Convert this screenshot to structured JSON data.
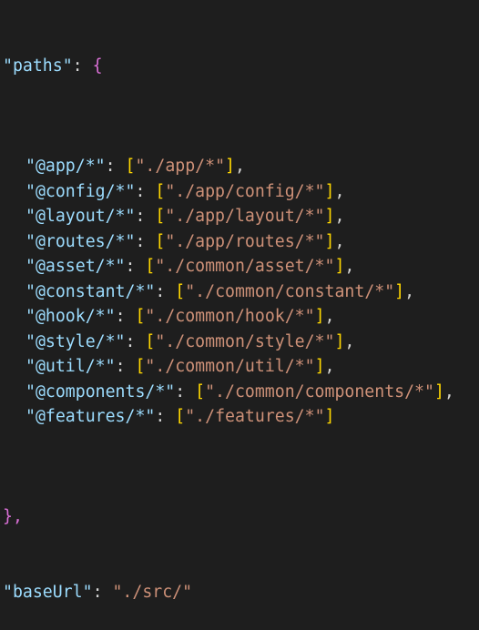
{
  "editor": {
    "paths_key": "\"paths\"",
    "open_brace": "{",
    "close_brace": "},",
    "entries": [
      {
        "key": "\"@app/*\"",
        "value": "\"./app/*\"",
        "trail": ","
      },
      {
        "key": "\"@config/*\"",
        "value": "\"./app/config/*\"",
        "trail": ","
      },
      {
        "key": "\"@layout/*\"",
        "value": "\"./app/layout/*\"",
        "trail": ","
      },
      {
        "key": "\"@routes/*\"",
        "value": "\"./app/routes/*\"",
        "trail": ","
      },
      {
        "key": "\"@asset/*\"",
        "value": "\"./common/asset/*\"",
        "trail": ","
      },
      {
        "key": "\"@constant/*\"",
        "value": "\"./common/constant/*\"",
        "trail": ","
      },
      {
        "key": "\"@hook/*\"",
        "value": "\"./common/hook/*\"",
        "trail": ","
      },
      {
        "key": "\"@style/*\"",
        "value": "\"./common/style/*\"",
        "trail": ","
      },
      {
        "key": "\"@util/*\"",
        "value": "\"./common/util/*\"",
        "trail": ","
      },
      {
        "key": "\"@components/*\"",
        "value": "\"./common/components/*\"",
        "trail": ","
      },
      {
        "key": "\"@features/*\"",
        "value": "\"./features/*\"",
        "trail": ""
      }
    ],
    "baseurl_key": "\"baseUrl\"",
    "baseurl_value": "\"./src/\""
  },
  "colors": {
    "background": "#1e1e1e",
    "key": "#9cdcfe",
    "string": "#ce9178",
    "bracket": "#ffd700",
    "brace": "#da70d6"
  }
}
